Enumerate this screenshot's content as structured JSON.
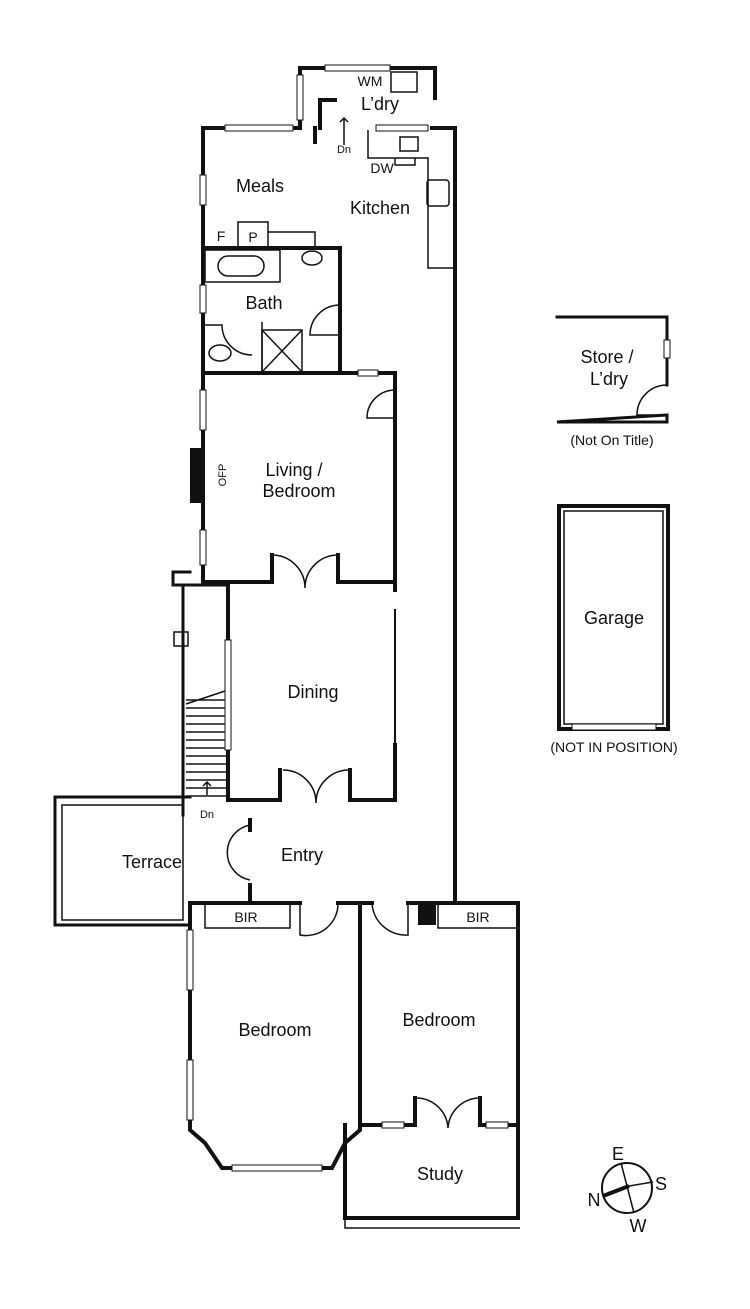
{
  "rooms": {
    "laundry": "L’dry",
    "wm": "WM",
    "dn_upper": "Dn",
    "dw": "DW",
    "meals": "Meals",
    "kitchen": "Kitchen",
    "fridge": "F",
    "pantry": "P",
    "bath": "Bath",
    "ofp": "OFP",
    "living_line1": "Living /",
    "living_line2": "Bedroom",
    "dining": "Dining",
    "dn_lower": "Dn",
    "terrace": "Terrace",
    "entry": "Entry",
    "bir_left": "BIR",
    "bir_right": "BIR",
    "bedroom_left": "Bedroom",
    "bedroom_right": "Bedroom",
    "study": "Study"
  },
  "outbuildings": {
    "store_line1": "Store /",
    "store_line2": "L’dry",
    "store_note": "(Not On Title)",
    "garage": "Garage",
    "garage_note": "(NOT IN POSITION)"
  },
  "compass": {
    "n": "N",
    "e": "E",
    "s": "S",
    "w": "W"
  }
}
